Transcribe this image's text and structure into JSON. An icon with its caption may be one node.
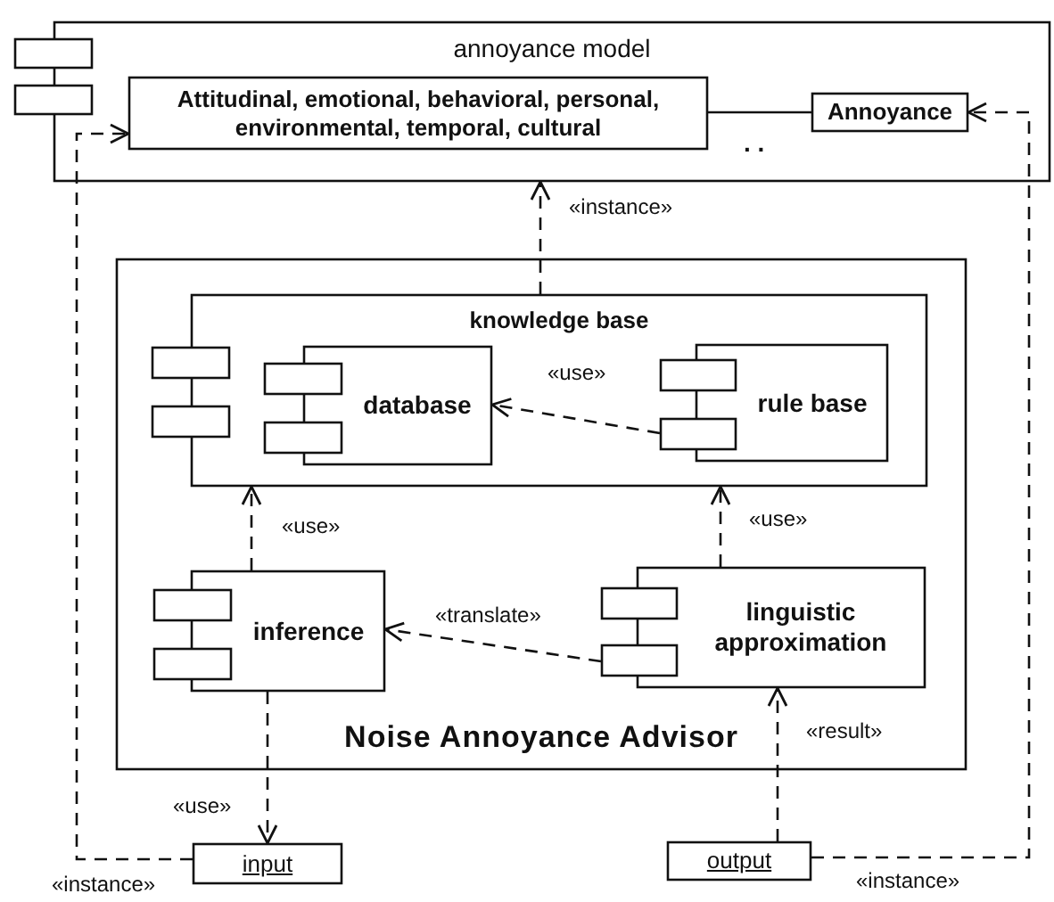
{
  "diagram": {
    "nodes": [
      {
        "text": [
          "annoyance model"
        ]
      },
      {
        "text": [
          "Attitudinal, emotional, behavioral, personal, environmental, temporal, cultural"
        ],
        "in": 0
      },
      {
        "text": [
          "Annoyance"
        ],
        "in": 0
      },
      {
        "text": [
          "Noise Annoyance Advisor"
        ]
      },
      {
        "text": [
          "knowledge base"
        ],
        "in": 3
      },
      {
        "text": [
          "database"
        ],
        "in": 4
      },
      {
        "text": [
          "rule base"
        ],
        "in": 4
      },
      {
        "text": [
          "inference"
        ],
        "in": 3
      },
      {
        "text": [
          "linguistic approximation"
        ],
        "in": 3
      },
      {
        "text": [
          "input"
        ]
      },
      {
        "text": [
          "output"
        ]
      }
    ],
    "edges": [
      {
        "from": 1,
        "to": 2,
        "arrow": "none"
      },
      {
        "from": 4,
        "to": 0,
        "arrow": "to",
        "label": "«instance»",
        "style": "dashed"
      },
      {
        "from": 6,
        "to": 5,
        "arrow": "to",
        "label": "«use»",
        "style": "dashed"
      },
      {
        "from": 7,
        "to": 4,
        "arrow": "to",
        "label": "«use»",
        "style": "dashed"
      },
      {
        "from": 8,
        "to": 4,
        "arrow": "to",
        "label": "«use»",
        "style": "dashed"
      },
      {
        "from": 8,
        "to": 7,
        "arrow": "to",
        "label": "«translate»",
        "style": "dashed"
      },
      {
        "from": 7,
        "to": 9,
        "arrow": "to",
        "label": "«use»",
        "style": "dashed"
      },
      {
        "from": 10,
        "to": 8,
        "arrow": "to",
        "label": "«result»",
        "style": "dashed"
      },
      {
        "from": 9,
        "to": 1,
        "arrow": "to",
        "label": "«instance»",
        "style": "dashed"
      },
      {
        "from": 10,
        "to": 2,
        "arrow": "to",
        "label": "«instance»",
        "style": "dashed"
      }
    ],
    "labels": [
      ". ."
    ]
  }
}
